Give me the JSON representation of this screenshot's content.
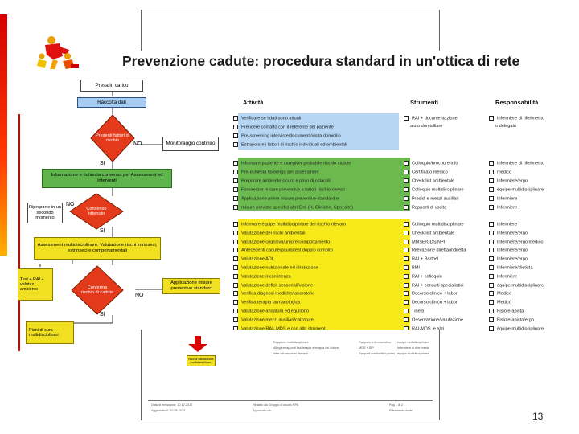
{
  "title": "Prevenzione cadute: procedura standard in un'ottica di rete",
  "page_number": "13",
  "colors": {
    "accent_red": "#d40000",
    "blue_band": "#b6d6f4",
    "green_band": "#6cba4f",
    "yellow_band": "#f7ea18"
  },
  "flow": {
    "presa_in_carico": "Presa in carico",
    "raccolta_dati": "Raccolta dati",
    "presenti_fattori": "Presenti fattori di rischio",
    "no1": "NO",
    "monitoraggio": "Monitoraggio continuo",
    "si1": "SI",
    "informazione": "Informazione e richiesta consenso per Assessment ed interventi",
    "no2": "NO",
    "riproporre": "Riproporre in un secondo momento",
    "consenso": "Consenso ottenuto",
    "si2": "SI",
    "assessment": "Assessment multidisciplinare. Valutazione rischi intrinseci, estrinseci e comportamentali",
    "test_rai": "Test + RAI + valutaz. ambiente",
    "conferma": "Conferma rischio di cadute",
    "no3": "NO",
    "applicazione": "Applicazione misure preventive standard",
    "si3": "SI",
    "piani": "Piani di cura multidisciplinari"
  },
  "headers": {
    "attivita": "Attività",
    "strumenti": "Strumenti",
    "responsabilita": "Responsabilità"
  },
  "blue_rows": [
    {
      "a": "Verificare se i dati sono attuali",
      "s": "RAI + documentazione",
      "r": "Infermiere di riferimento"
    },
    {
      "a": "Prendere contatto con il referente del paziente",
      "s": "aiuto domiciliare",
      "r": "o delegato"
    },
    {
      "a": "Pre-screening interviste/documenti/visita domicilio",
      "s": "",
      "r": ""
    },
    {
      "a": "Estrapolare i fattori di rischio individuali ed ambientali",
      "s": "",
      "r": ""
    }
  ],
  "green_rows": [
    {
      "a": "Informare paziente e caregiver probabile rischio cadute",
      "s": "Colloquio/brochure info",
      "r": "Infermiere di riferimento"
    },
    {
      "a": "Pre-richiesta fisio/ergo per assessment",
      "s": "Certificato medico",
      "r": "medico"
    },
    {
      "a": "Preparare ambiente sicuro e privo di ostacoli",
      "s": "Check list ambientale",
      "r": "Infermiere/ergo"
    },
    {
      "a": "Fornire/ore misure preventive a fattori rischio rilevati",
      "s": "Colloquio multidisciplinare",
      "r": "équipe multidisciplinare"
    },
    {
      "a": "Applicazione prime misure preventive standard e",
      "s": "Presidi e mezzi ausiliari",
      "r": "Infermiere"
    },
    {
      "a": "misure previste specifici altri Enti (H, Cliniche, Cpo, altri)",
      "s": "Rapporti di uscita",
      "r": "Infermiere"
    }
  ],
  "yellow_rows": [
    {
      "a": "Informare équipe multidisciplinare del rischio rilevato",
      "s": "Colloquio multidisciplinare",
      "r": "Infermiere"
    },
    {
      "a": "Valutazione dei rischi ambientali",
      "s": "Check list ambientale",
      "r": "Infermiere/ergo"
    },
    {
      "a": "Valutazione cognitiva/umore/comportamento",
      "s": "MMSE/GDS/NPI",
      "r": "Infermiere/ergo/medico"
    },
    {
      "a": "Antecedenti cadute/paura/test doppio compito",
      "s": "Rilevazione diretta/indiretta",
      "r": "Infermiere/ergo"
    },
    {
      "a": "Valutazione ADL",
      "s": "RAI + Barthel",
      "r": "Infermiere/ergo"
    },
    {
      "a": "Valutazione nutrizionale ed idratazione",
      "s": "BMI",
      "r": "Infermiere/dietista"
    },
    {
      "a": "Valutazione incontinenza",
      "s": "RAI + colloquio",
      "r": "Infermiere"
    },
    {
      "a": "Valutazione deficit sensoriali/visione",
      "s": "RAI + consulti specialistici",
      "r": "équipe multidisciplinare"
    },
    {
      "a": "Verifica diagnosi mediche/laboratorio",
      "s": "Decorso clinico + labor",
      "r": "Medico"
    },
    {
      "a": "Verifica terapia farmacologica",
      "s": "Decorso clinico + labor",
      "r": "Medico"
    },
    {
      "a": "Valutazione andatura ed equilibrio",
      "s": "Tinetti",
      "r": "Fisioterapista"
    },
    {
      "a": "Valutazione mezzi ausiliari/calzature",
      "s": "Osservazione/valutazione",
      "r": "Fisioterapista/ergo"
    },
    {
      "a": "Valutazione RAI- MDS e con altri strumenti",
      "s": "RAI-MDS, e altri",
      "r": "équipe multidisciplinare"
    }
  ],
  "bottom": {
    "small_box": "Nuova valutazione multidisciplinare",
    "lines_left": [
      "Rapporto multidisciplinare",
      "Allegare rapporti fisioterapia e terapia del dolore",
      "altre informazioni rilevanti"
    ],
    "lines_mid": [
      "Rapporto infermieristico",
      "MDS + SIP",
      "Rapporti medici/altri profes"
    ],
    "lines_right": [
      "équipe multidisciplinare",
      "Infermiere di riferimento",
      "équipe multidisciplinare"
    ],
    "footer_left": [
      "Data di emissione: 10.12.2012",
      "Aggiornato il: 10.06.2013"
    ],
    "footer_mid": [
      "Redatto da: Gruppo di lavoro RPA",
      "Approvato da:"
    ],
    "footer_right": [
      "Pag 1 di 2",
      "Riferimento fonte"
    ]
  }
}
